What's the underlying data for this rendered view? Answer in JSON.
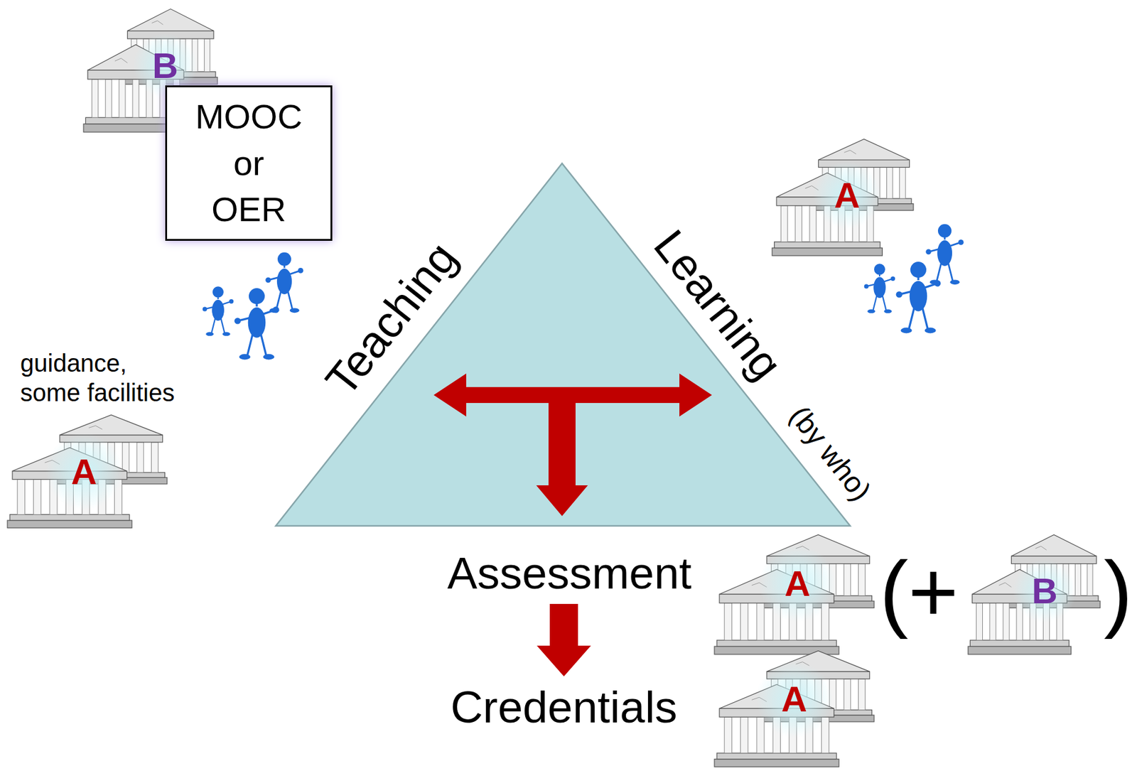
{
  "diagram": {
    "nodes": [
      {
        "text": [
          "B"
        ]
      },
      {
        "text": [
          "MOOC or OER"
        ]
      },
      {
        "text": [
          "A"
        ]
      },
      {
        "text": [
          "Teaching",
          "Learning",
          "(by who)"
        ]
      },
      {
        "text": [
          "A"
        ]
      },
      {
        "text": [
          "Assessment"
        ]
      },
      {
        "text": [
          "A"
        ]
      },
      {
        "text": [
          "B"
        ]
      },
      {
        "text": [
          "Credentials"
        ]
      },
      {
        "text": [
          "A"
        ]
      }
    ],
    "edges": [
      {
        "from": 5,
        "to": 8,
        "arrow": "to"
      }
    ],
    "labels": [
      "guidance, some facilities",
      "(+",
      ")"
    ]
  }
}
